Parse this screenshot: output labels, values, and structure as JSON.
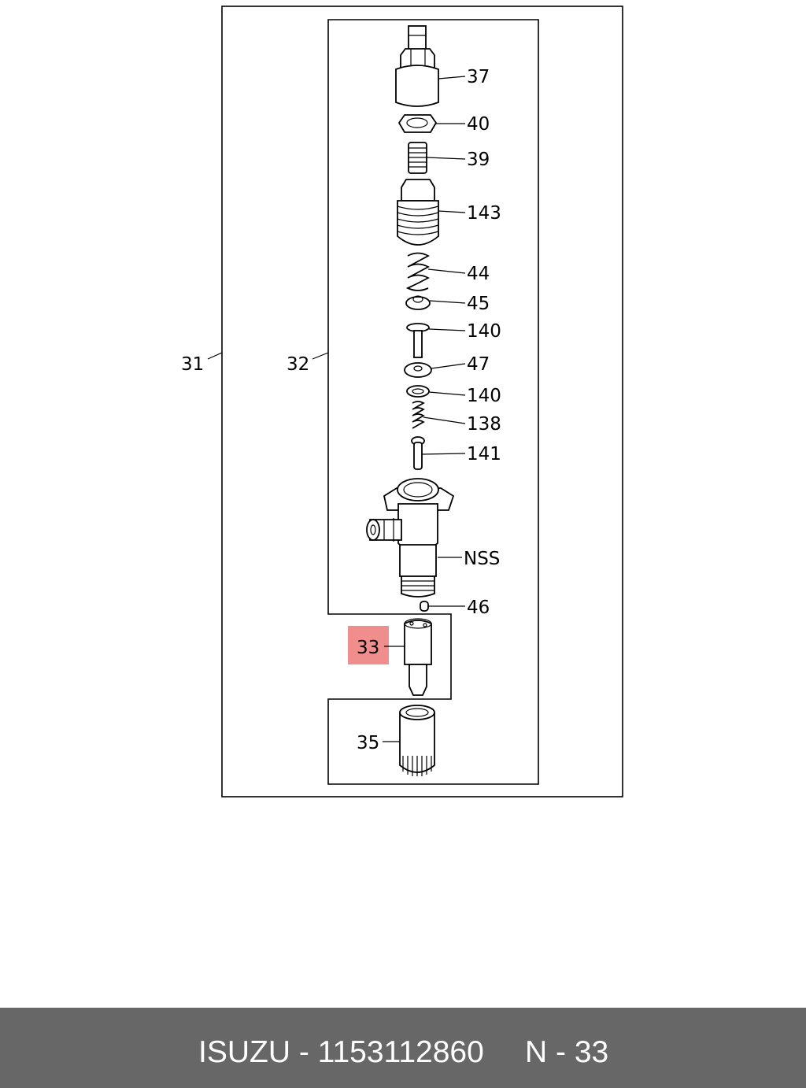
{
  "callouts": {
    "c31": "31",
    "c32": "32",
    "c37": "37",
    "c40": "40",
    "c39": "39",
    "c143": "143",
    "c44": "44",
    "c45": "45",
    "c140a": "140",
    "c47": "47",
    "c140b": "140",
    "c138": "138",
    "c141": "141",
    "cnss": "NSS",
    "c46": "46",
    "c33": "33",
    "c35": "35"
  },
  "highlight": {
    "part": "33",
    "color": "#f08d8d"
  },
  "footer": {
    "part_line": "ISUZU - 1153112860",
    "page_ref": "N - 33",
    "background": "#676767",
    "text_color": "#ffffff"
  }
}
